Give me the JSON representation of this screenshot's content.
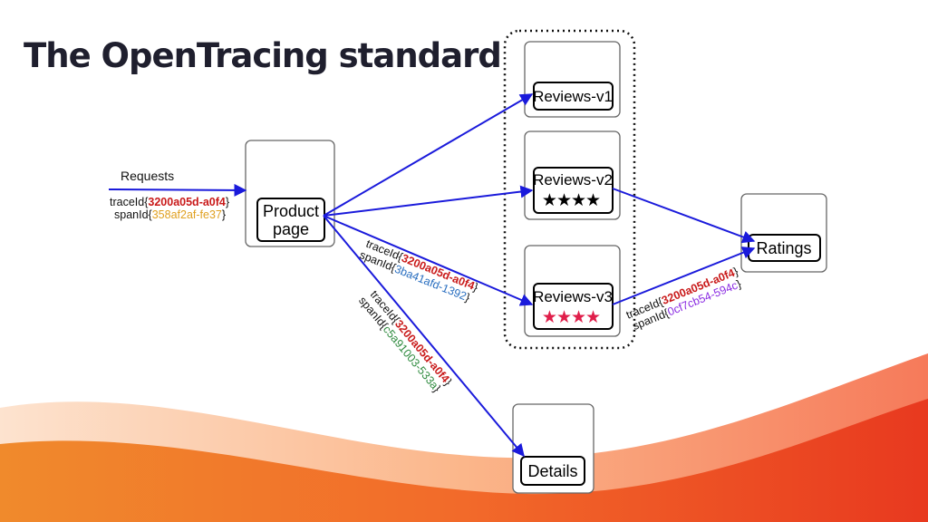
{
  "title": "The OpenTracing standard",
  "colors": {
    "arrow": "#1a1adb",
    "trace_id": "#c91a1a",
    "span_product": "#e0a020",
    "span_v3": "#2a6fc0",
    "span_details": "#2e8a3e",
    "span_ratings": "#8a2be2",
    "stars_v2": "#000000",
    "stars_v3": "#e01e4a",
    "wave_dark": "#e8391f",
    "wave_light": "#fbb07a"
  },
  "incoming": {
    "label": "Requests",
    "trace_prefix": "traceId{",
    "trace_id": "3200a05d-a0f4",
    "trace_suffix": "}",
    "span_prefix": "spanId{",
    "span_id": "358af2af-fe37",
    "span_suffix": "}"
  },
  "services": {
    "productpage": {
      "line1": "Product",
      "line2": "page"
    },
    "reviews_v1": {
      "label": "Reviews-v1"
    },
    "reviews_v2": {
      "label": "Reviews-v2",
      "stars": "★★★★"
    },
    "reviews_v3": {
      "label": "Reviews-v3",
      "stars": "★★★★"
    },
    "ratings": {
      "label": "Ratings"
    },
    "details": {
      "label": "Details"
    }
  },
  "edge_labels": {
    "to_reviews_v3": {
      "trace_prefix": "traceId{",
      "trace_id": "3200a05d-a0f4",
      "trace_suffix": "}",
      "span_prefix": "spanId{",
      "span_id": "3ba41afd-1392",
      "span_suffix": "}"
    },
    "to_details": {
      "trace_prefix": "traceId{",
      "trace_id": "3200a05d-a0f4",
      "trace_suffix": "}",
      "span_prefix": "spanId{",
      "span_id": "c5a91003-533a",
      "span_suffix": "}"
    },
    "to_ratings": {
      "trace_prefix": "traceId{",
      "trace_id": "3200a05d-a0f4",
      "trace_suffix": "}",
      "span_prefix": "spanId{",
      "span_id": "0cf7cb54-594c",
      "span_suffix": "}"
    }
  }
}
